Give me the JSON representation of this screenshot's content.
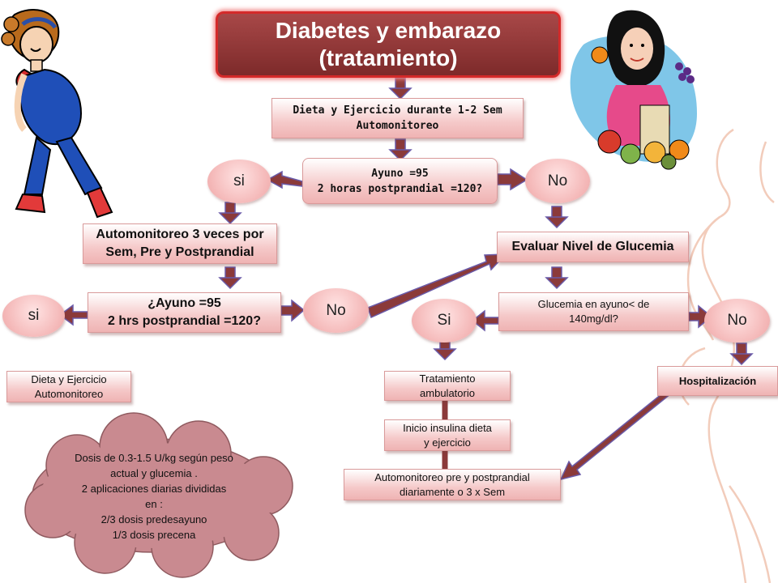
{
  "title": {
    "line1": "Diabetes y embarazo",
    "line2": "(tratamiento)"
  },
  "nodes": {
    "diet_exercise": {
      "line1": "Dieta y Ejercicio durante  1-2 Sem",
      "line2": "Automonitoreo"
    },
    "fasting_check": {
      "line1": "Ayuno =95",
      "line2": "2 horas postprandial =120?"
    },
    "yes_top": "si",
    "no_top": "No",
    "self_monitoring_3x": {
      "line1": "Automonitoreo 3 veces por",
      "line2": "Sem, Pre y Postprandial"
    },
    "evaluate_glucose": "Evaluar Nivel de Glucemia",
    "fasting_check_2": {
      "line1": "¿Ayuno =95",
      "line2": "2 hrs postprandial =120?"
    },
    "yes_left": "si",
    "no_mid": "No",
    "fasting_glucose_check": {
      "line1": "Glucemia en ayuno< de",
      "line2": "140mg/dl?"
    },
    "yes_mid": "Si",
    "no_right": "No",
    "diet_exercise_monitoring": {
      "line1": "Dieta y Ejercicio",
      "line2": "Automonitoreo"
    },
    "outpatient_treatment": {
      "line1": "Tratamiento",
      "line2": "ambulatorio"
    },
    "hospitalization": "Hospitalización",
    "insulin_start": {
      "line1": "Inicio insulina dieta",
      "line2": "y ejercicio"
    },
    "daily_self_monitoring": {
      "line1": "Automonitoreo pre y postprandial",
      "line2": "diariamente  o 3 x Sem"
    }
  },
  "dosage_note": {
    "lines": [
      "Dosis de 0.3-1.5 U/kg según peso",
      "actual y glucemia .",
      "2 aplicaciones diarias  divididas",
      "en :",
      "2/3 dosis predesayuno",
      "1/3 dosis precena"
    ]
  },
  "colors": {
    "title_fill": "#8b3333",
    "title_border": "#d42a2a",
    "box_fill": "#f5c9c9",
    "arrow_fill": "#8b3a3a",
    "cloud_fill": "#c98a90",
    "line_color": "#8b3a3a"
  }
}
